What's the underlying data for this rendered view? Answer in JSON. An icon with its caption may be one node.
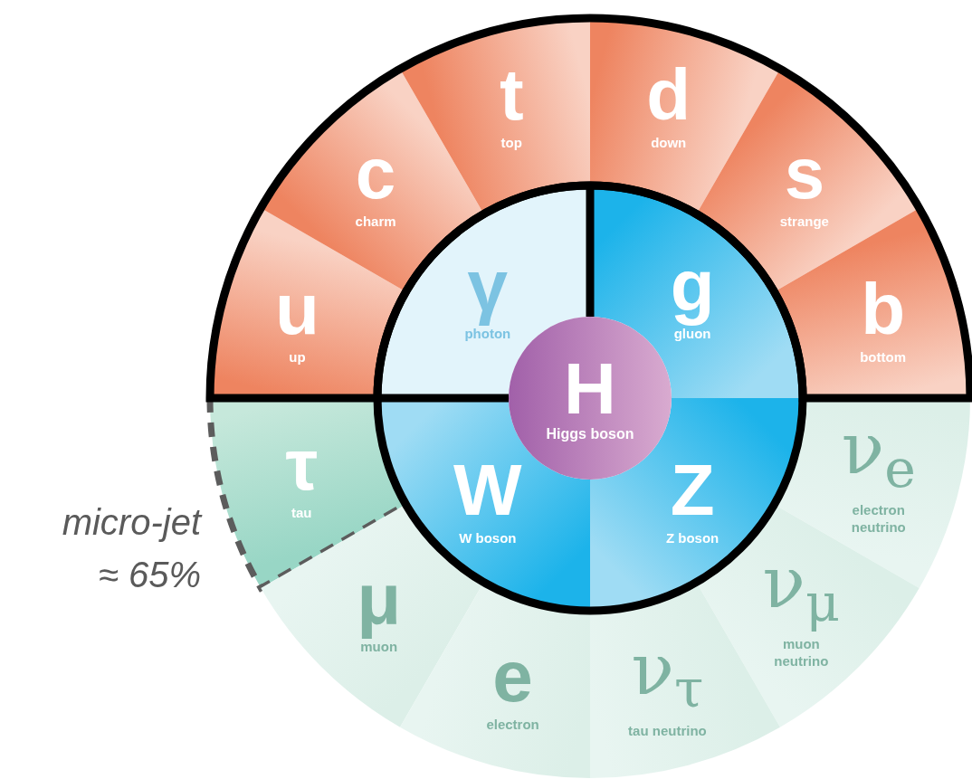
{
  "diagram": {
    "nodes": [
      {
        "text": [
          "u",
          "up"
        ]
      },
      {
        "text": [
          "c",
          "charm"
        ]
      },
      {
        "text": [
          "t",
          "top"
        ]
      },
      {
        "text": [
          "d",
          "down"
        ]
      },
      {
        "text": [
          "s",
          "strange"
        ]
      },
      {
        "text": [
          "b",
          "bottom"
        ]
      },
      {
        "text": [
          "γ",
          "photon"
        ]
      },
      {
        "text": [
          "g",
          "gluon"
        ]
      },
      {
        "text": [
          "H",
          "Higgs boson"
        ]
      },
      {
        "text": [
          "τ",
          "tau"
        ],
        "beside": [
          "micro-jet ≈ 65%"
        ]
      },
      {
        "text": [
          "W",
          "W boson"
        ]
      },
      {
        "text": [
          "Z",
          "Z boson"
        ]
      },
      {
        "text": [
          "ν$_{e}$",
          "electron neutrino"
        ]
      },
      {
        "text": [
          "μ",
          "muon"
        ]
      },
      {
        "text": [
          "ν$_{μ}$",
          "muon neutrino"
        ]
      },
      {
        "text": [
          "e",
          "electron"
        ]
      },
      {
        "text": [
          "ν$_{τ}$",
          "tau neutrino"
        ]
      }
    ]
  }
}
